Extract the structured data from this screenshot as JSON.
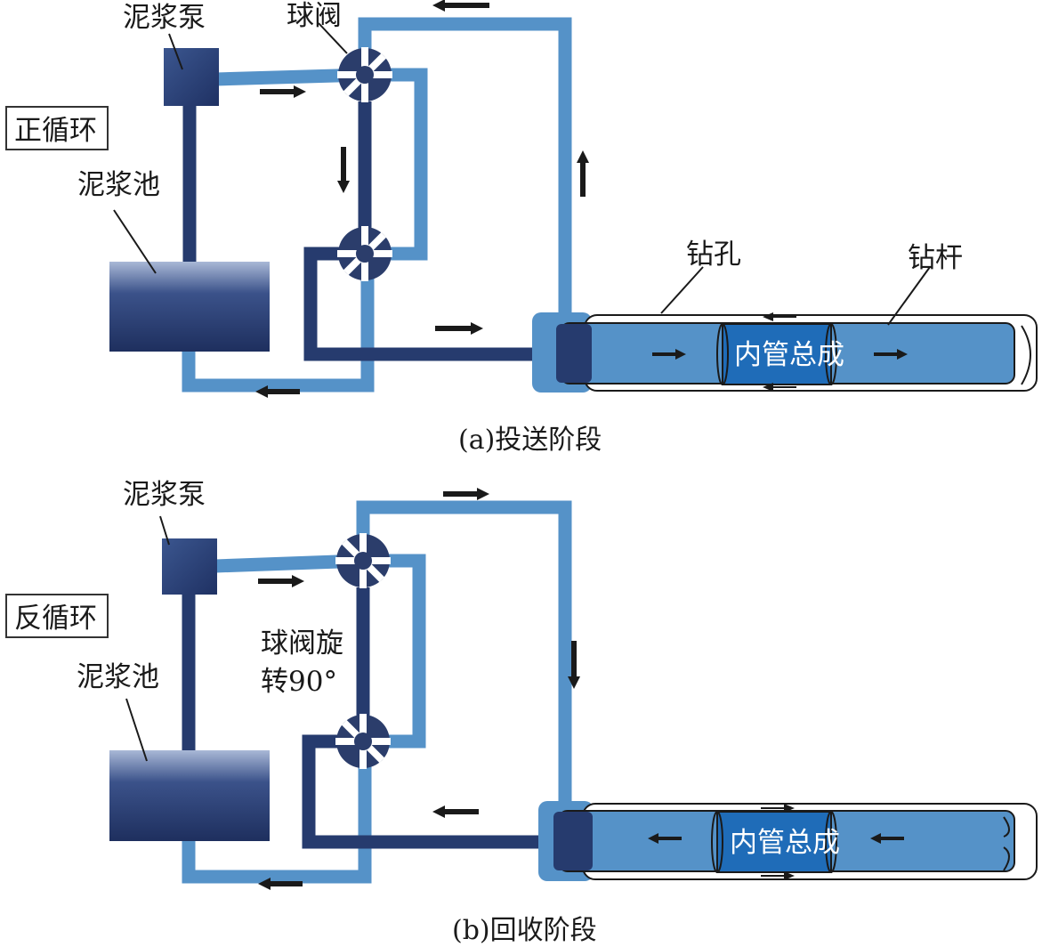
{
  "colors": {
    "dark_pipe": "#263b6e",
    "light_pipe": "#5592c8",
    "inner_assembly": "#1f6cb8",
    "valve": "#2b3d6b",
    "arrow": "#1a1a1a"
  },
  "panel_a": {
    "mode": "正循环",
    "pump": "泥浆泵",
    "valve": "球阀",
    "pool": "泥浆池",
    "borehole": "钻孔",
    "drill_rod": "钻杆",
    "inner_assembly": "内管总成",
    "caption": "(a)投送阶段"
  },
  "panel_b": {
    "mode": "反循环",
    "pump": "泥浆泵",
    "pool": "泥浆池",
    "valve_note_line1": "球阀旋",
    "valve_note_line2": "转90°",
    "inner_assembly": "内管总成",
    "caption": "(b)回收阶段"
  },
  "icons": {
    "flow_arrow": "arrow-icon",
    "valve": "ball-valve-icon"
  }
}
